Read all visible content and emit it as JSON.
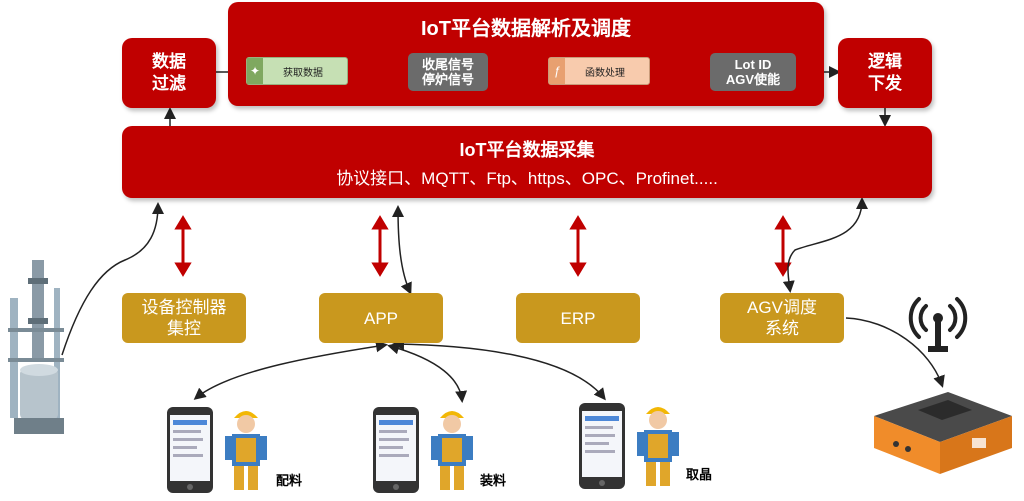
{
  "top": {
    "title": "IoT平台数据解析及调度",
    "filter_line1": "数据",
    "filter_line2": "过滤",
    "logic_line1": "逻辑",
    "logic_line2": "下发",
    "flow": {
      "node1": "获取数据",
      "signal_line1": "收尾信号",
      "signal_line2": "停炉信号",
      "node2": "函数处理",
      "lot_line1": "Lot ID",
      "lot_line2": "AGV使能"
    }
  },
  "collect": {
    "title": "IoT平台数据采集",
    "subtitle": "协议接口、MQTT、Ftp、https、OPC、Profinet....."
  },
  "systems": {
    "controller_line1": "设备控制器",
    "controller_line2": "集控",
    "app": "APP",
    "erp": "ERP",
    "agv_line1": "AGV调度",
    "agv_line2": "系统"
  },
  "workers": [
    "配料",
    "装料",
    "取晶"
  ],
  "colors": {
    "red": "#c00000",
    "gold": "#c9981e",
    "grey": "#6b6b6b",
    "green_node": "#c6e0b4",
    "orange_node": "#f8cbad"
  }
}
